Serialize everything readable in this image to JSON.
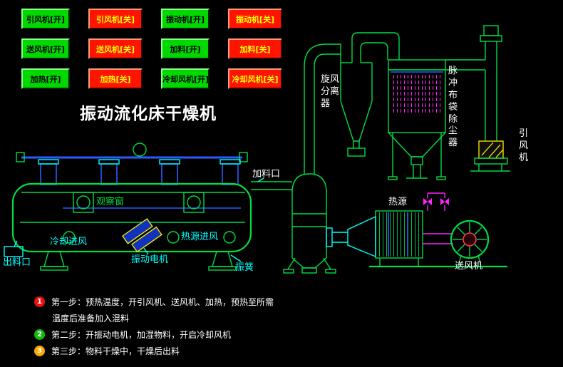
{
  "title": "振动流化床干燥机",
  "colors": {
    "btn-on-bg": "#00d800",
    "btn-on-text": "#000000",
    "btn-off-bg": "#ff1400",
    "btn-off-text": "#ffff00",
    "line-green": "#00dd44",
    "line-cyan": "#00ffff",
    "line-blue": "#2a5cff",
    "line-magenta": "#ff22ff",
    "line-yellow": "#ffee00",
    "step1": "#ee1111",
    "step2": "#11bb11",
    "step3": "#ffaa00"
  },
  "buttons": [
    {
      "label": "引风机[开]",
      "state": "on"
    },
    {
      "label": "引风机[关]",
      "state": "off"
    },
    {
      "label": "振动机[开]",
      "state": "on"
    },
    {
      "label": "振动机[关]",
      "state": "off"
    },
    {
      "label": "送风机[开]",
      "state": "on"
    },
    {
      "label": "送风机[关]",
      "state": "off"
    },
    {
      "label": "加料[开]",
      "state": "on"
    },
    {
      "label": "加料[关]",
      "state": "off"
    },
    {
      "label": "加热[开]",
      "state": "on"
    },
    {
      "label": "加热[关]",
      "state": "off"
    },
    {
      "label": "冷却风机[开]",
      "state": "on"
    },
    {
      "label": "冷却风机[关]",
      "state": "off"
    }
  ],
  "diagram": {
    "labels": {
      "feed_port": "加料口",
      "observation_window": "观察窗",
      "cooling_air_inlet": "冷却进风",
      "heat_air_inlet": "热源进风",
      "discharge_port": "出料口",
      "vibration_motor": "振动电机",
      "vibration_spring": "振簧",
      "cyclone_separator": "旋风分离器",
      "pulse_bag_dust_collector": "脉冲布袋除尘器",
      "induced_draft_fan": "引风机",
      "heat_source": "热源",
      "supply_fan": "送风机"
    }
  },
  "steps": [
    {
      "num": "1",
      "text": "第一步：预热温度，开引风机、送风机、加热，预热至所需",
      "text2": "温度后准备加入混料"
    },
    {
      "num": "2",
      "text": "第二步：开振动电机，加湿物料，开启冷却风机"
    },
    {
      "num": "3",
      "text": "第三步：物料干燥中，干燥后出料"
    }
  ]
}
